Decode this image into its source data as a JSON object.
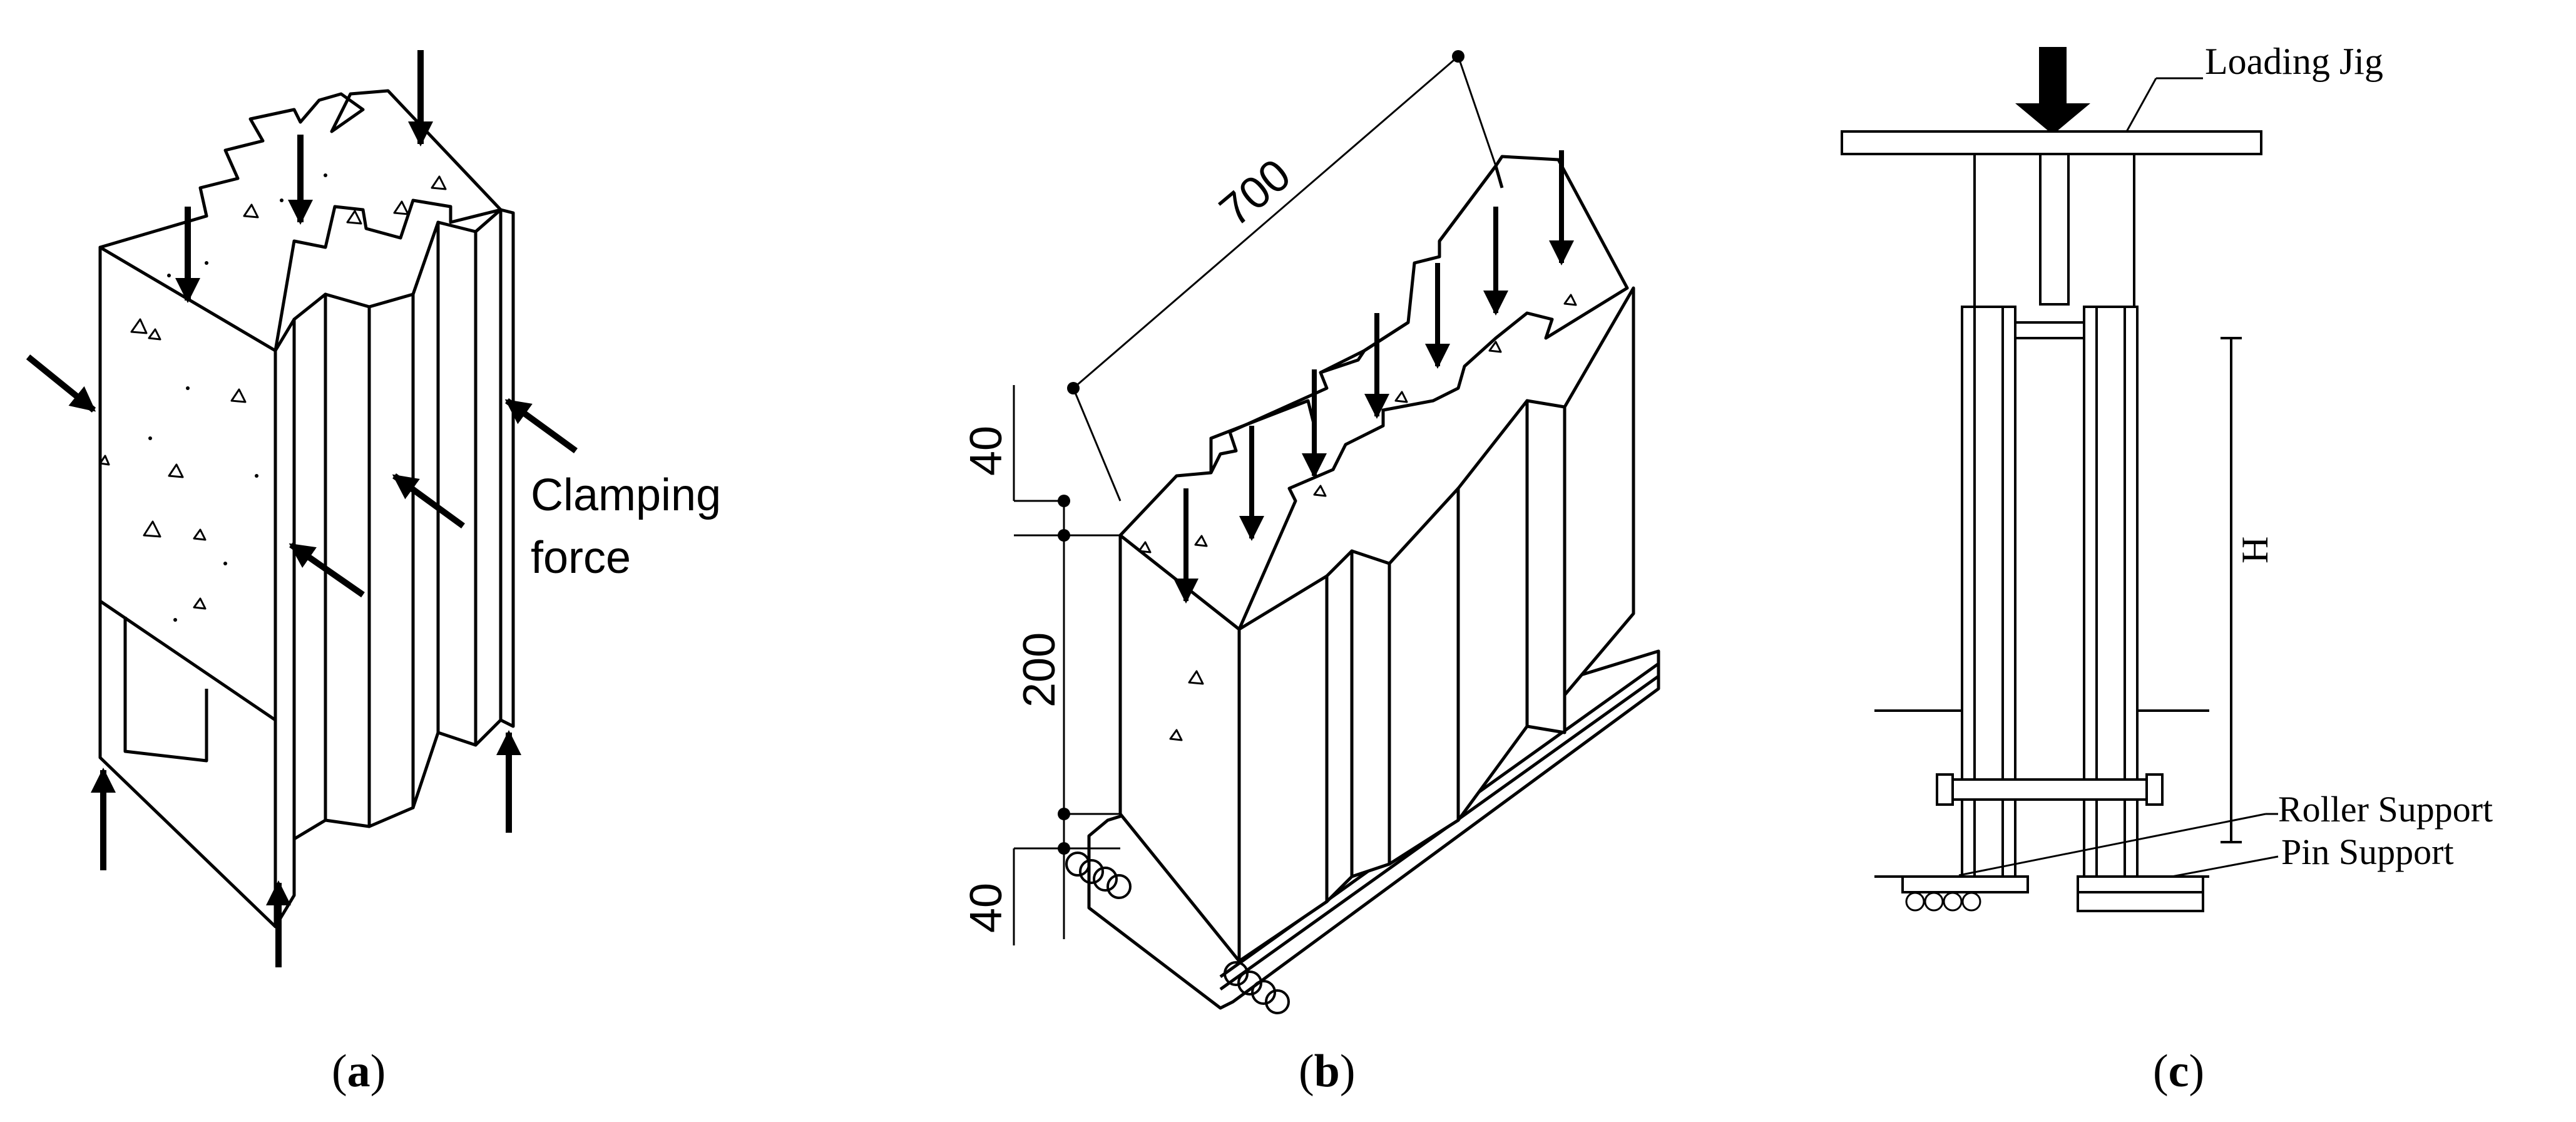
{
  "panels": {
    "a": {
      "caption_letter": "a",
      "label_clamping_line1": "Clamping",
      "label_clamping_line2": "force"
    },
    "b": {
      "caption_letter": "b",
      "dim_length": "700",
      "dim_top": "40",
      "dim_height": "200",
      "dim_bottom": "40"
    },
    "c": {
      "caption_letter": "c",
      "label_loading_jig": "Loading Jig",
      "label_height": "H",
      "label_roller_support": "Roller Support",
      "label_pin_support": "Pin Support"
    }
  },
  "caption_parens": {
    "open": "(",
    "close": ")"
  }
}
